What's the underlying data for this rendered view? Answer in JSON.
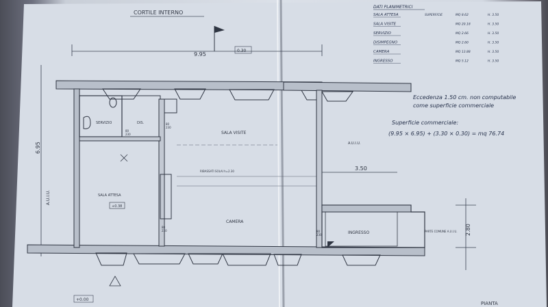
{
  "courtyard_label": "CORTILE INTERNO",
  "overall_width": "9.95",
  "dim_030": "0.30",
  "depth_dim": "6.95",
  "annex_width": "3.50",
  "annex_depth": "2.80",
  "rooms": {
    "servizio": "SERVIZIO",
    "dis": "DIS.",
    "sala_visite": "SALA VISITE",
    "sala_attesa": "SALA ATTESA",
    "camera": "CAMERA",
    "ingresso": "INGRESSO"
  },
  "side_note_left": "A.U.I.U.",
  "side_note_right": "A.U.I.U.",
  "level_mark": "+0.38",
  "beam_note": "RIBASSATI SOLAI h=2.30",
  "small_dims": [
    "80",
    "230",
    "80",
    "230",
    "80",
    "230",
    "80",
    "230"
  ],
  "annex_note": "PARTE COMUNE A.U.I.U.",
  "bottom_level": "+0.00",
  "drawing_title": "PIANTA",
  "data_table": {
    "title": "DATI PLANIMETRICI",
    "rows": [
      {
        "name": "SALA ATTESA",
        "col1": "SUPERFICIE",
        "col2": "MQ 8.62",
        "col3": "H. 3.50"
      },
      {
        "name": "SALA VISITE",
        "col1": "",
        "col2": "MQ 20.18",
        "col3": "H. 3.50"
      },
      {
        "name": "SERVIZIO",
        "col1": "",
        "col2": "MQ 2.66",
        "col3": "H. 3.50"
      },
      {
        "name": "DISIMPEGNO",
        "col1": "",
        "col2": "MQ 2.60",
        "col3": "H. 3.50"
      },
      {
        "name": "CAMERA",
        "col1": "",
        "col2": "MQ 13.88",
        "col3": "H. 3.50"
      },
      {
        "name": "INGRESSO",
        "col1": "",
        "col2": "MQ 5.12",
        "col3": "H. 3.50"
      }
    ]
  },
  "note_line1": "Eccedenza 1.50 cm. non computabile",
  "note_line2": "come superficie commerciale",
  "commercial_title": "Superficie commerciale:",
  "commercial_formula": "(9.95 × 6.95) + (3.30 × 0.30) = mq 76.74",
  "colors": {
    "ink": "#2f3542",
    "paper": "#dbe0e8",
    "handwriting": "#25304a"
  }
}
